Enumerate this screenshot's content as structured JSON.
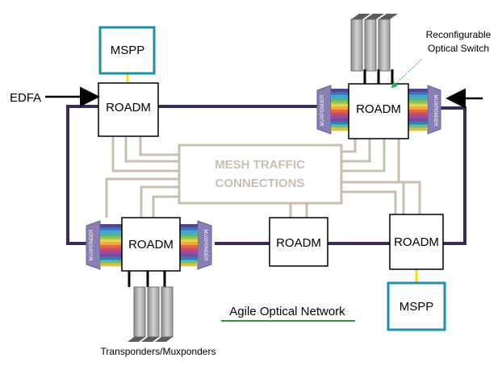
{
  "labels": {
    "edfa": "EDFA",
    "reconfigurable_switch_line1": "Reconfigurable",
    "reconfigurable_switch_line2": "Optical Switch",
    "mesh_line1": "MESH TRAFFIC",
    "mesh_line2": "CONNECTIONS",
    "agile_network": "Agile Optical Network",
    "transponders": "Transponders/Muxponders"
  },
  "nodes": {
    "roadm_label": "ROADM",
    "mspp_label": "MSPP",
    "muxponder_label": "MUXPONDER"
  },
  "colors": {
    "ring": "#3b2a55",
    "mesh": "#c8beb2",
    "mspp_border": "#1d8ea7",
    "mspp_link": "#f3e200",
    "underline": "#2c9c3f",
    "muxponder": "#8a7fb5",
    "arrow_switch": "#3aa35a"
  }
}
